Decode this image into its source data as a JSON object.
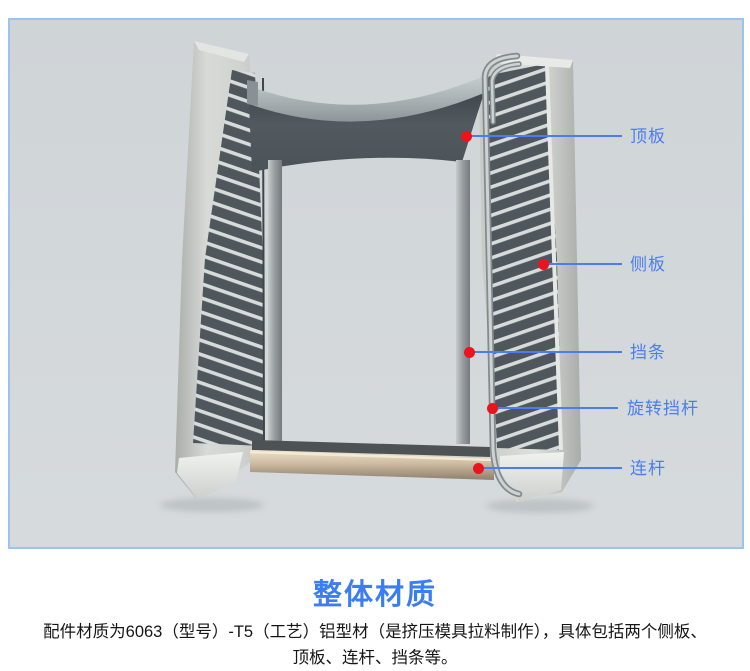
{
  "figure": {
    "annotations": [
      {
        "label": "顶板"
      },
      {
        "label": "侧板"
      },
      {
        "label": "挡条"
      },
      {
        "label": "旋转挡杆"
      },
      {
        "label": "连杆"
      }
    ]
  },
  "section": {
    "title": "整体材质",
    "description_line1": "配件材质为6063（型号）-T5（工艺）铝型材（是挤压模具拉料制作），具体包括两个侧板、",
    "description_line2": "顶板、连杆、挡条等。"
  },
  "colors": {
    "accent_blue": "#4a7cf2",
    "title_blue": "#3b7ef2",
    "callout_dot_red": "#ea141e",
    "photo_border_blue": "#9cc3f0",
    "photo_background_gray": "#d3d8db"
  }
}
